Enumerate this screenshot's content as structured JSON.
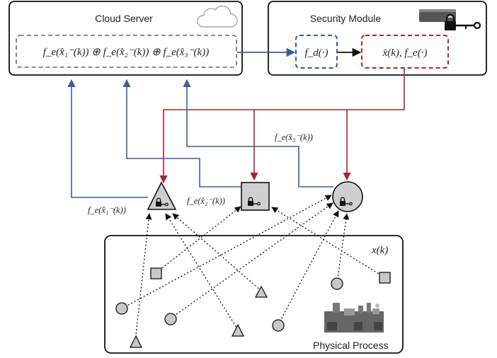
{
  "cloud": {
    "title": "Cloud Server",
    "aggregate": "f_e(x̂₁⁻(k)) ⊕ f_e(x̂₂⁻(k)) ⊕ f_e(x̂₃⁻(k))"
  },
  "security": {
    "title": "Security Module",
    "decrypt": "f_d(·)",
    "output": "x̄(k),  f_e(·)"
  },
  "sensors": {
    "label1": "f_e(x̂₁⁻(k))",
    "label2": "f_e(x̂₂⁻(k))",
    "label3": "f_e(x̂₃⁻(k))"
  },
  "process": {
    "state": "x(k)",
    "label": "Physical Process"
  },
  "colors": {
    "blue": "#3a5fa0",
    "red": "#a8242e",
    "dash_blue": "#2f5d9a",
    "dash_red": "#b1242f",
    "node_fill": "#cfcfcf"
  }
}
